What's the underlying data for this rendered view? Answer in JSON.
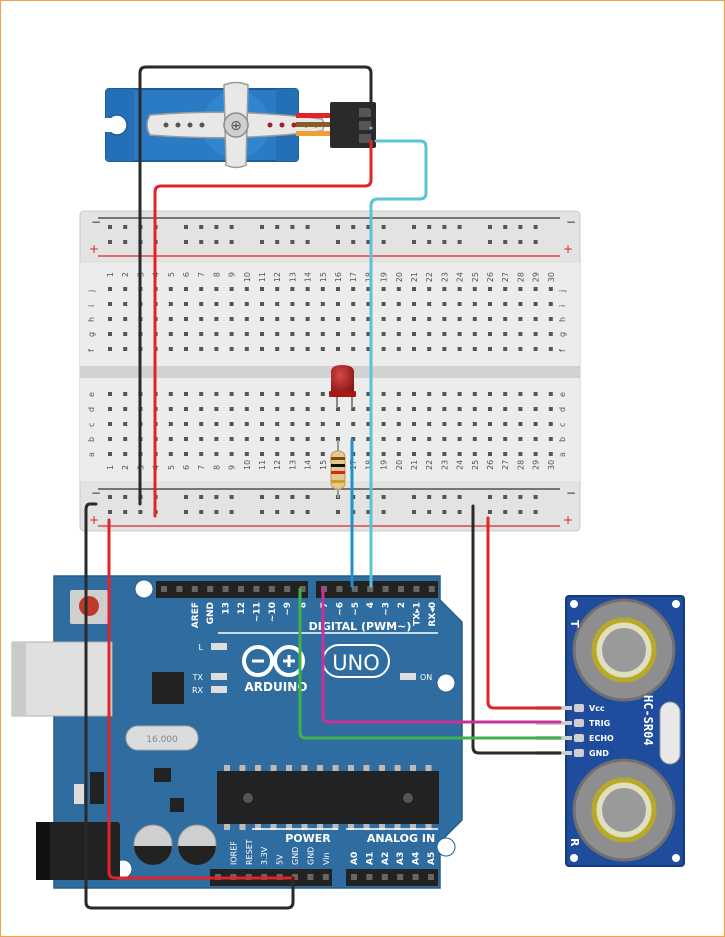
{
  "breadboard": {
    "rail_minus": "−",
    "rail_plus": "+",
    "columns": [
      "1",
      "2",
      "3",
      "4",
      "5",
      "6",
      "7",
      "8",
      "9",
      "10",
      "11",
      "12",
      "13",
      "14",
      "15",
      "16",
      "17",
      "18",
      "19",
      "20",
      "21",
      "22",
      "23",
      "24",
      "25",
      "26",
      "27",
      "28",
      "29",
      "30"
    ],
    "rows_top": [
      "j",
      "i",
      "h",
      "g",
      "f"
    ],
    "rows_bottom": [
      "e",
      "d",
      "c",
      "b",
      "a"
    ]
  },
  "arduino": {
    "brand": "ARDUINO",
    "model": "UNO",
    "digital_label": "DIGITAL (PWM~)",
    "power_label": "POWER",
    "analog_label": "ANALOG IN",
    "led_l": "L",
    "led_tx": "TX",
    "led_rx": "RX",
    "led_on": "ON",
    "crystal": "16.000",
    "digital_pins": [
      "AREF",
      "GND",
      "13",
      "12",
      "~11",
      "~10",
      "~9",
      "8",
      "7",
      "~6",
      "~5",
      "4",
      "~3",
      "2",
      "TX▸1",
      "RX◂0"
    ],
    "power_pins": [
      "IOREF",
      "RESET",
      "3.3V",
      "5V",
      "GND",
      "GND",
      "Vin"
    ],
    "analog_pins": [
      "A0",
      "A1",
      "A2",
      "A3",
      "A4",
      "A5"
    ]
  },
  "sensor": {
    "model": "HC-SR04",
    "pins": [
      "Vcc",
      "TRIG",
      "ECHO",
      "GND"
    ],
    "side_t": "T",
    "side_r": "R"
  },
  "colors": {
    "wire_red": "#e0242a",
    "wire_black": "#2a2a2a",
    "wire_cyan": "#5cc2d6",
    "wire_blue": "#1f8fd6",
    "wire_magenta": "#cc2f9a",
    "wire_green": "#3fb24a",
    "board_blue": "#2f6da0",
    "servo_blue": "#2a7bc4",
    "sensor_blue": "#1f4c9c"
  }
}
